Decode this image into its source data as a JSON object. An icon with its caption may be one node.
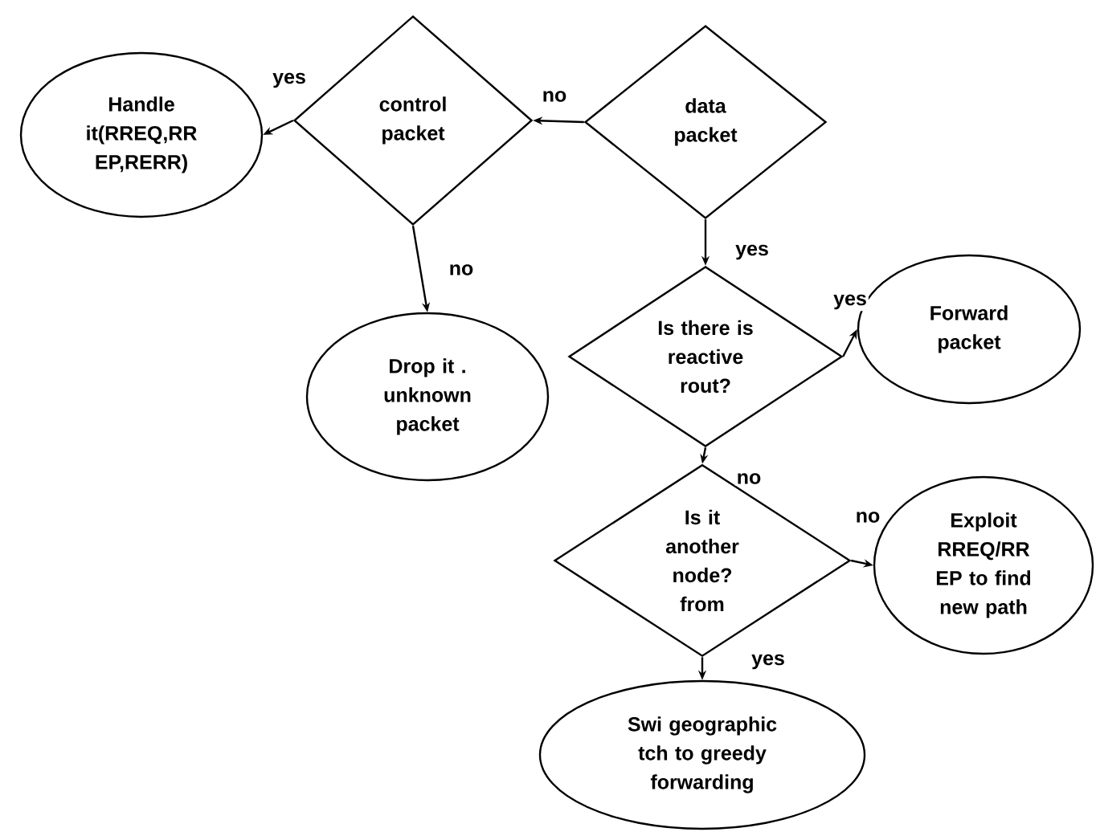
{
  "diagram": {
    "nodes": [
      {
        "text": [
          "data packet"
        ]
      },
      {
        "text": [
          "control packet"
        ]
      },
      {
        "text": [
          "Handle it(RREQ,RR EP,RERR)"
        ]
      },
      {
        "text": [
          "Drop it . unknown packet"
        ]
      },
      {
        "text": [
          "Is there is reactive rout?"
        ]
      },
      {
        "text": [
          "Forward packet"
        ]
      },
      {
        "text": [
          "Is it another node? from"
        ]
      },
      {
        "text": [
          "Exploit RREQ/RR EP to find new path"
        ]
      },
      {
        "text": [
          "Swi geographic tch to greedy forwarding"
        ]
      }
    ],
    "edges": [
      {
        "from": 0,
        "to": 1,
        "arrow": "to",
        "label": "no"
      },
      {
        "from": 1,
        "to": 2,
        "arrow": "to",
        "label": "yes"
      },
      {
        "from": 1,
        "to": 3,
        "arrow": "to",
        "label": "no"
      },
      {
        "from": 0,
        "to": 4,
        "arrow": "to",
        "label": "yes"
      },
      {
        "from": 4,
        "to": 5,
        "arrow": "to",
        "label": "yes"
      },
      {
        "from": 4,
        "to": 6,
        "arrow": "to",
        "label": "no"
      },
      {
        "from": 6,
        "to": 7,
        "arrow": "to",
        "label": "no"
      },
      {
        "from": 6,
        "to": 8,
        "arrow": "to",
        "label": "yes"
      }
    ]
  }
}
